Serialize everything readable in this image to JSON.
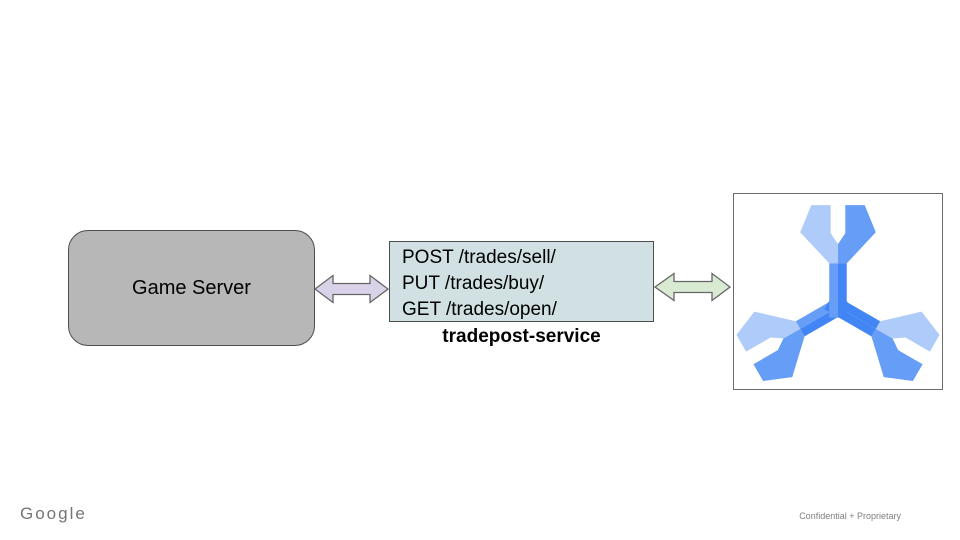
{
  "canvas": {
    "background": "#ffffff"
  },
  "nodes": {
    "game_server": {
      "label": "Game Server",
      "fill": "#b7b7b7",
      "border_color": "#4d4d4d"
    },
    "service": {
      "endpoints": [
        "POST /trades/sell/",
        "PUT /trades/buy/",
        "GET /trades/open/"
      ],
      "label": "tradepost-service",
      "fill": "#d0e0e3",
      "border_color": "#4d4d4d"
    },
    "datastore": {
      "icon": "memorystore-icon",
      "fill": "#ffffff",
      "border_color": "#6b6b6b",
      "icon_colors": {
        "light": "#aecbfa",
        "medium": "#669df6",
        "dark": "#4285f4"
      }
    }
  },
  "connectors": {
    "left": {
      "shape": "double-headed-arrow",
      "fill": "#d9d2e9",
      "border_color": "#666666"
    },
    "right": {
      "shape": "double-headed-arrow",
      "fill": "#d9ead3",
      "border_color": "#666666"
    }
  },
  "footer": {
    "brand": "Google",
    "notice": "Confidential + Proprietary"
  }
}
